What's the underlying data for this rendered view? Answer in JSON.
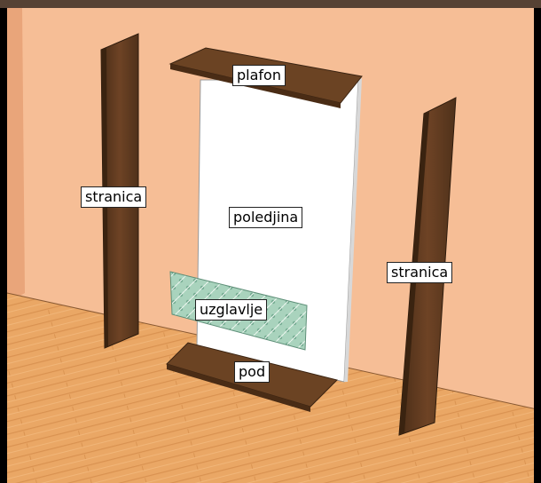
{
  "labels": {
    "ceiling": "plafon",
    "left_side": "stranica",
    "back": "poledjina",
    "right_side": "stranica",
    "headboard": "uzglavlje",
    "floor": "pod"
  },
  "colors": {
    "frame": "#000000",
    "wall": "#f6be96",
    "wall_shadow": "#e9a57a",
    "floor_wood": "#e9a461",
    "panel_dark": "#5d3a1f",
    "panel_mid": "#7b4e2b",
    "back_panel": "#ffffff",
    "headboard_fabric": "#9cc9b2"
  }
}
